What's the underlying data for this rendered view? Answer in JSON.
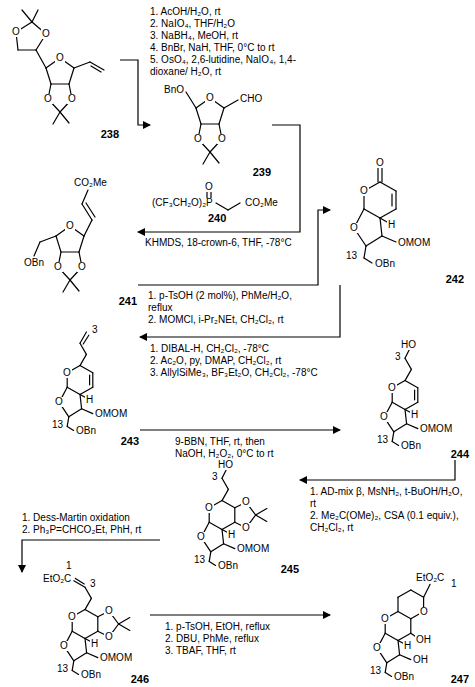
{
  "diagram": {
    "nodes": [
      {
        "text": [
          "238"
        ]
      },
      {
        "text": [
          "239"
        ]
      },
      {
        "text": [
          "240"
        ]
      },
      {
        "text": [
          "241"
        ]
      },
      {
        "text": [
          "242"
        ]
      },
      {
        "text": [
          "243"
        ]
      },
      {
        "text": [
          "244"
        ]
      },
      {
        "text": [
          "245"
        ]
      },
      {
        "text": [
          "246"
        ]
      },
      {
        "text": [
          "247"
        ]
      }
    ],
    "edges": [
      {
        "from": 0,
        "to": 1,
        "arrow": "to"
      },
      {
        "from": 1,
        "to": 3,
        "arrow": "to"
      },
      {
        "from": 3,
        "to": 4,
        "arrow": "to"
      },
      {
        "from": 4,
        "to": 5,
        "arrow": "to"
      },
      {
        "from": 5,
        "to": 6,
        "arrow": "to"
      },
      {
        "from": 6,
        "to": 7,
        "arrow": "to"
      },
      {
        "from": 7,
        "to": 8,
        "arrow": "to"
      },
      {
        "from": 8,
        "to": 9,
        "arrow": "to"
      }
    ],
    "labels": [
      "1. AcOH/H₂O, rt",
      "2. NaIO₄, THF/H₂O",
      "3. NaBH₄, MeOH, rt",
      "4. BnBr, NaH, THF, 0°C to rt",
      "5. OsO₄, 2,6-lutidine, NaIO₄, 1,4-dioxane/ H₂O, rt",
      "KHMDS, 18-crown-6, THF, -78°C",
      "1. p-TsOH (2 mol%), PhMe/H₂O, reflux",
      "2. MOMCl, i-Pr₂NEt, CH₂Cl₂, rt",
      "1. DIBAL-H, CH₂Cl₂, -78°C",
      "2. Ac₂O, py, DMAP, CH₂Cl₂, rt",
      "3. AllylSiMe₃, BF₃Et₂O, CH₂Cl₂, -78°C",
      "9-BBN, THF, rt, then NaOH, H₂O₂, 0°C to rt",
      "1. AD-mix β, MsNH₂, t-BuOH/H₂O, rt",
      "2. Me₂C(OMe)₂, CSA (0.1 equiv.), CH₂Cl₂, rt",
      "1. Dess-Martin oxidation",
      "2. Ph₃P=CHCO₂Et, PhH, rt",
      "1. p-TsOH, EtOH, reflux",
      "2. DBU, PhMe, reflux",
      "3. TBAF, THF, rt",
      "O",
      "O",
      "O",
      "O",
      "O",
      "O",
      "O",
      "O",
      "CHO",
      "BnO",
      "(CF₃CH₂O)₂P",
      "O",
      "CO₂Me",
      "O",
      "O",
      "O",
      "CO₂Me",
      "OBn",
      "O",
      "O",
      "O",
      "H",
      "OMOM",
      "OBn",
      "13",
      "3",
      "O",
      "O",
      "H",
      "OMOM",
      "OBn",
      "13",
      "HO",
      "3",
      "O",
      "O",
      "H",
      "OMOM",
      "OBn",
      "13",
      "HO",
      "3",
      "O",
      "O",
      "O",
      "O",
      "H",
      "OMOM",
      "OBn",
      "13",
      "EtO₂C",
      "1",
      "3",
      "O",
      "O",
      "O",
      "O",
      "H",
      "OMOM",
      "OBn",
      "13",
      "EtO₂C",
      "1",
      "O",
      "O",
      "OH",
      "O",
      "H",
      "OH",
      "OBn",
      "13"
    ]
  }
}
